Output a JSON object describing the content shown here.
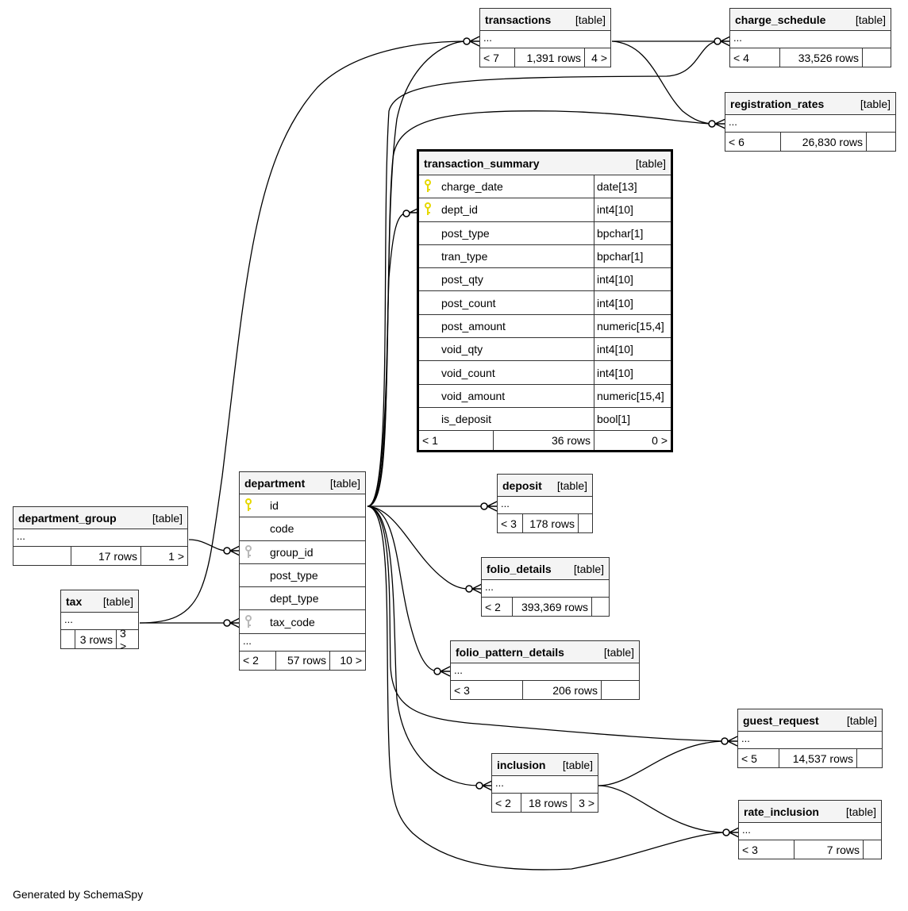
{
  "footer_text": "Generated by SchemaSpy",
  "colors": {
    "primary_key": "#e6d800",
    "foreign_key": "#b8b8b8",
    "header_bg": "#f4f4f4"
  },
  "tables": {
    "transactions": {
      "name": "transactions",
      "kind": "[table]",
      "ellipsis": "...",
      "parents": "< 7",
      "rows": "1,391 rows",
      "children": "4 >"
    },
    "charge_schedule": {
      "name": "charge_schedule",
      "kind": "[table]",
      "ellipsis": "...",
      "parents": "< 4",
      "rows": "33,526 rows",
      "children": ""
    },
    "registration_rates": {
      "name": "registration_rates",
      "kind": "[table]",
      "ellipsis": "...",
      "parents": "< 6",
      "rows": "26,830 rows",
      "children": ""
    },
    "transaction_summary": {
      "name": "transaction_summary",
      "kind": "[table]",
      "columns": [
        {
          "name": "charge_date",
          "type": "date[13]",
          "key": "primary"
        },
        {
          "name": "dept_id",
          "type": "int4[10]",
          "key": "primary"
        },
        {
          "name": "post_type",
          "type": "bpchar[1]",
          "key": ""
        },
        {
          "name": "tran_type",
          "type": "bpchar[1]",
          "key": ""
        },
        {
          "name": "post_qty",
          "type": "int4[10]",
          "key": ""
        },
        {
          "name": "post_count",
          "type": "int4[10]",
          "key": ""
        },
        {
          "name": "post_amount",
          "type": "numeric[15,4]",
          "key": ""
        },
        {
          "name": "void_qty",
          "type": "int4[10]",
          "key": ""
        },
        {
          "name": "void_count",
          "type": "int4[10]",
          "key": ""
        },
        {
          "name": "void_amount",
          "type": "numeric[15,4]",
          "key": ""
        },
        {
          "name": "is_deposit",
          "type": "bool[1]",
          "key": ""
        }
      ],
      "parents": "< 1",
      "rows": "36 rows",
      "children": "0 >"
    },
    "department": {
      "name": "department",
      "kind": "[table]",
      "columns": [
        {
          "name": "id",
          "key": "primary"
        },
        {
          "name": "code",
          "key": ""
        },
        {
          "name": "group_id",
          "key": "foreign"
        },
        {
          "name": "post_type",
          "key": ""
        },
        {
          "name": "dept_type",
          "key": ""
        },
        {
          "name": "tax_code",
          "key": "foreign"
        }
      ],
      "ellipsis": "...",
      "parents": "< 2",
      "rows": "57 rows",
      "children": "10 >"
    },
    "department_group": {
      "name": "department_group",
      "kind": "[table]",
      "ellipsis": "...",
      "parents": "",
      "rows": "17 rows",
      "children": "1 >"
    },
    "tax": {
      "name": "tax",
      "kind": "[table]",
      "ellipsis": "...",
      "parents": "",
      "rows": "3 rows",
      "children": "3 >"
    },
    "deposit": {
      "name": "deposit",
      "kind": "[table]",
      "ellipsis": "...",
      "parents": "< 3",
      "rows": "178 rows",
      "children": ""
    },
    "folio_details": {
      "name": "folio_details",
      "kind": "[table]",
      "ellipsis": "...",
      "parents": "< 2",
      "rows": "393,369 rows",
      "children": ""
    },
    "folio_pattern_details": {
      "name": "folio_pattern_details",
      "kind": "[table]",
      "ellipsis": "...",
      "parents": "< 3",
      "rows": "206 rows",
      "children": ""
    },
    "guest_request": {
      "name": "guest_request",
      "kind": "[table]",
      "ellipsis": "...",
      "parents": "< 5",
      "rows": "14,537 rows",
      "children": ""
    },
    "inclusion": {
      "name": "inclusion",
      "kind": "[table]",
      "ellipsis": "...",
      "parents": "< 2",
      "rows": "18 rows",
      "children": "3 >"
    },
    "rate_inclusion": {
      "name": "rate_inclusion",
      "kind": "[table]",
      "ellipsis": "...",
      "parents": "< 3",
      "rows": "7 rows",
      "children": ""
    }
  },
  "relationships": [
    {
      "from": "department",
      "to": "transactions"
    },
    {
      "from": "department",
      "to": "charge_schedule"
    },
    {
      "from": "department",
      "to": "registration_rates"
    },
    {
      "from": "department",
      "to": "transaction_summary"
    },
    {
      "from": "department",
      "to": "deposit"
    },
    {
      "from": "department",
      "to": "folio_details"
    },
    {
      "from": "department",
      "to": "folio_pattern_details"
    },
    {
      "from": "department",
      "to": "guest_request"
    },
    {
      "from": "department",
      "to": "inclusion"
    },
    {
      "from": "department",
      "to": "rate_inclusion"
    },
    {
      "from": "transactions",
      "to": "charge_schedule"
    },
    {
      "from": "transactions",
      "to": "registration_rates"
    },
    {
      "from": "tax",
      "to": "transactions"
    },
    {
      "from": "tax",
      "to": "department"
    },
    {
      "from": "department_group",
      "to": "department"
    },
    {
      "from": "inclusion",
      "to": "guest_request"
    },
    {
      "from": "inclusion",
      "to": "rate_inclusion"
    }
  ]
}
